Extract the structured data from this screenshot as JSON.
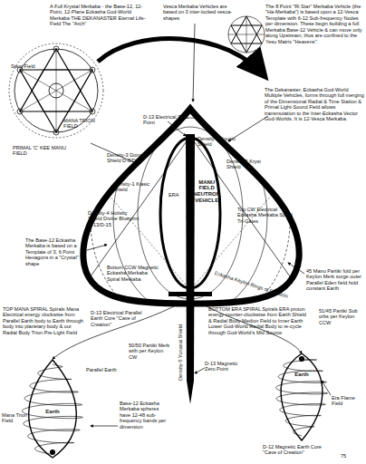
{
  "diagram": {
    "nodes": [
      {
        "text": [
          "MANU FIELD NEUTRON VEHICLE"
        ]
      },
      {
        "text": [
          "Earth"
        ]
      },
      {
        "text": [
          "Earth"
        ]
      }
    ],
    "labels": [
      "A Full Krystal Merkaba - the Base-12, 12-Point, 12-Plane Eckasha God-World Merkaba THE DEKANASTER Eternal Life-Field The \"Arch\"",
      "Stem Field",
      "MANA TRION FIELD",
      "PRIMAL 'C' KEE MANU FIELD",
      "The Base-12 Eckasha Merkaba is based on a Template of 3, 6 Point Hexagons in a \"Crystal\" shape",
      "Vesca Merkaba Vehicles are based on 3 inter-locked vesca-shapes",
      "The 8 Point \"Ri Star\" Merkaba Vehicle (the \"Ha-Merkaba\") is based upon a 12-Vesca Template with 6-12 Sub-frequency Nodes per dimension. These begin building a full Merkaba Base-12 Vehicle & can move only along Upstream, thus are confined to the Yesu Matrix \"Heavens\".",
      "The Dekanaster, Eckasha God-World Multiple Vehicles, forms through full merging of the Dimensional Radial & Time Station & Primal Light-Sound Field allows transmutation to the Inter-Eckasha Vector God-Worlds. It is 12-Vesca Merkaba.",
      "D-13 Electrical Zero Point",
      "Density-5 Kousic Shield",
      "Density-3 Donatic Shield D-8/D-9",
      "Density-2 Kryst Shield",
      "Density-1 Kiasic Shield",
      "Density-4 Holistic Shield Divine Blueprint D-13/D-15",
      "ERA",
      "Top CW Electrical Eckasha Merkaba Spiral Tri-Gates",
      "Bottom CCW Magnetic Eckasha Merkaba Spiral Merkaba",
      "Density-5 Yunasai Shield",
      "Eckasha Keylon Rings of Creation",
      "TOP MANA SPIRAL Spirals Mana Electrical energy clockwise from Parallel Earth body to Earth through body into planetary body & our Radial Body Trion Pre-Light Field",
      "D-13 Electrical Parallel Earth Core \"Cave of Creation\"",
      "Parallel Earth",
      "Mana Trion Field",
      "Base-12 Eckasha Merkaba spheres have 12-48 sub-frequency bands per dimension",
      "50/50 Partiki Merk with per Keylon CW",
      "D-13 Magnetic Zero Point",
      "BOTTOM ERA SPIRAL Spirals ERA proton energy counter-clockwise from Earth Shield & Radial Body Medion Field to Inner Earth Lower God-World Radial Body to re-cycle through God-World's Mid Source",
      "45 Manu Partiki fold per Keylon Merk surge outer Parallel Eden field hold constant Earth",
      "51/45 Partiki Sub orbs per Keylon CCW",
      "Era Flame Field",
      "D-12 Magnetic Earth Core \"Cave of Creation\"",
      "75"
    ]
  }
}
